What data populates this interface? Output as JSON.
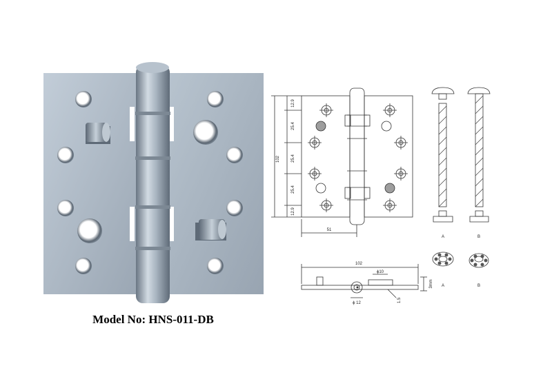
{
  "product": {
    "caption": "Model No: HNS-011-DB"
  },
  "colors": {
    "steel_light": "#b4c0cc",
    "steel_mid": "#9aa7b4",
    "steel_dark": "#6f7c89",
    "line": "#333333",
    "fill_gray": "#9e9e9e"
  },
  "front_view": {
    "height_label": "102",
    "width_label": "51",
    "hole_pitch_labels": [
      "12.9",
      "25.4",
      "25.4",
      "25.4",
      "12.9"
    ]
  },
  "top_view": {
    "width_label": "102",
    "hole_label": "ϕ10",
    "knuckle_label": "ϕ 12",
    "thickness_label": "3mm",
    "plate_label": "1.5"
  },
  "screw_views": {
    "labels": [
      "A",
      "B"
    ]
  }
}
